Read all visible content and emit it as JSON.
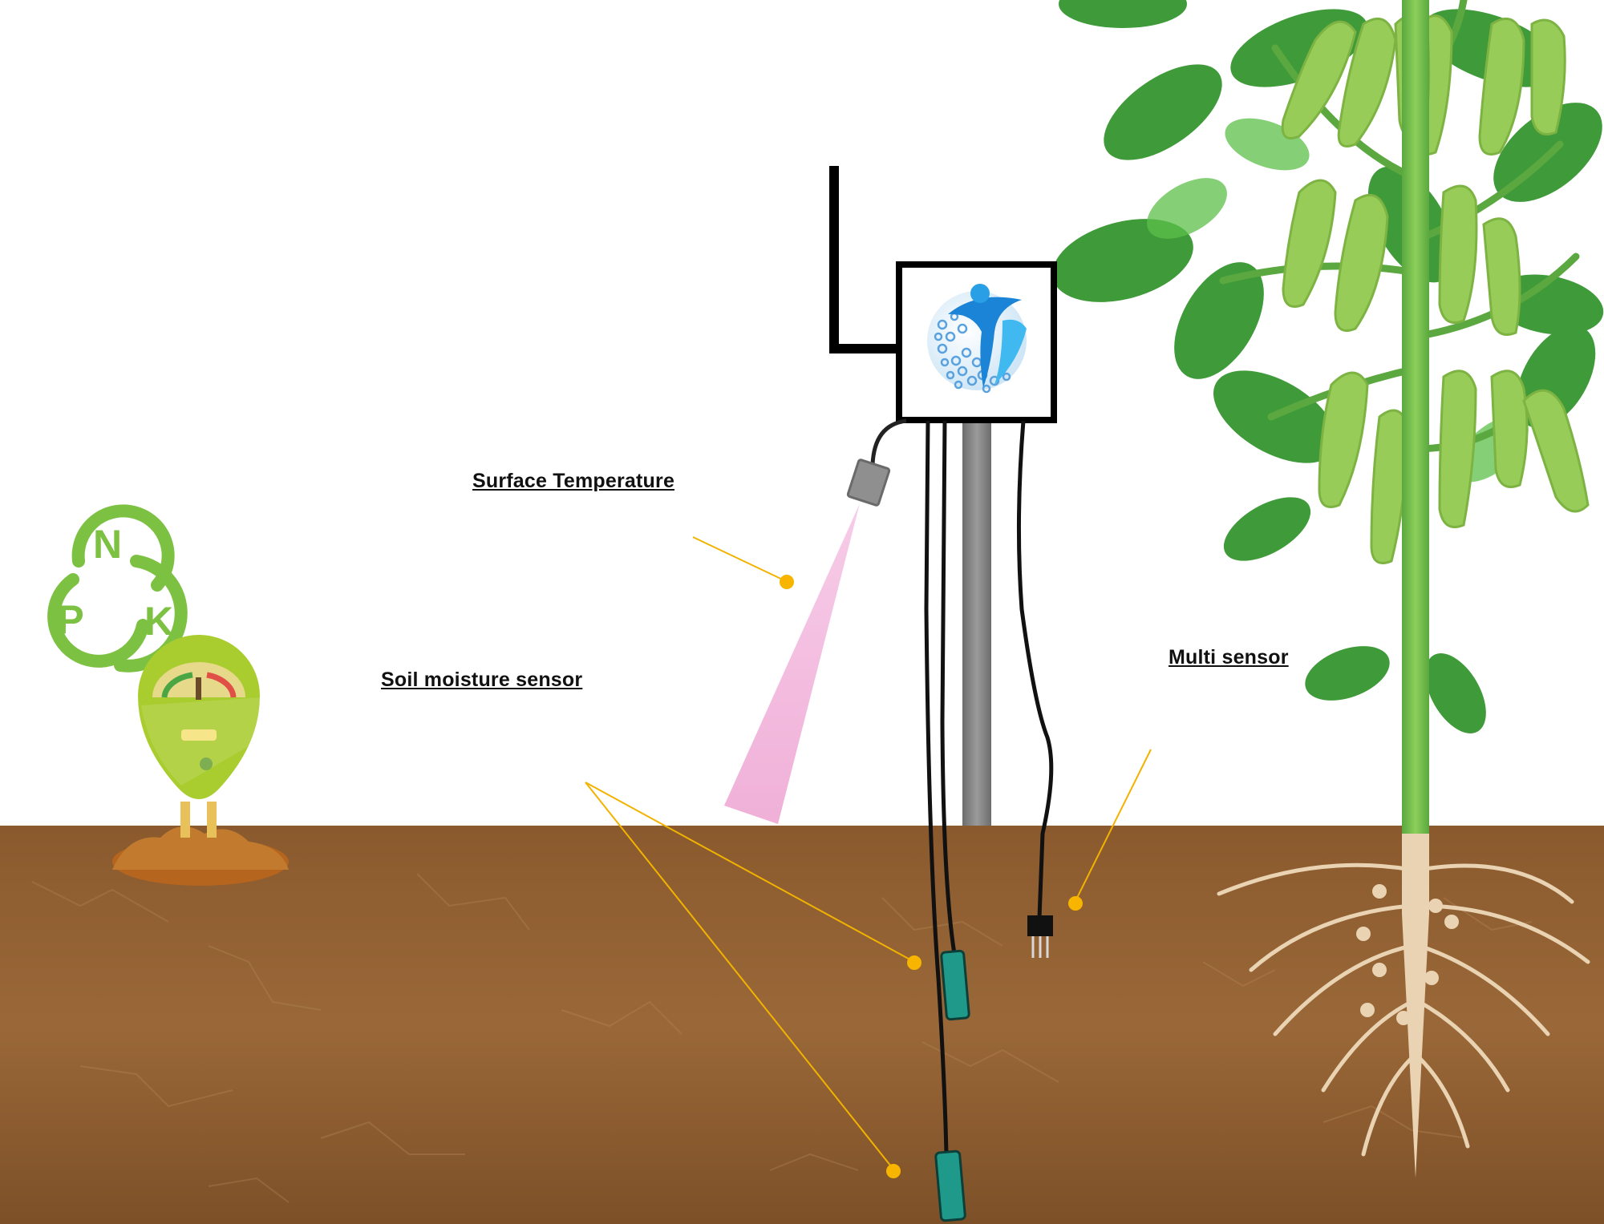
{
  "labels": {
    "surface_temperature": "Surface Temperature",
    "soil_moisture_sensor": "Soil moisture sensor",
    "multi_sensor": "Multi sensor"
  },
  "npk_logo": {
    "n": "N",
    "p": "P",
    "k": "K"
  },
  "icons": [
    "npk-logo-icon",
    "soil-meter-icon",
    "antenna-icon",
    "controller-box-icon",
    "company-logo-icon",
    "infrared-temperature-sensor-icon",
    "soil-moisture-probe-icon",
    "multi-sensor-connector-icon",
    "soybean-plant-icon"
  ],
  "colors": {
    "sky": "#ffffff",
    "soil": "#8b5a2b",
    "leader_line": "#f2b300",
    "probe": "#1f9a8a",
    "ir_beam": "#f2b7dc",
    "npk_green": "#7cc142",
    "plant_green": "#4caf50",
    "pod_green": "#9ccc65"
  }
}
